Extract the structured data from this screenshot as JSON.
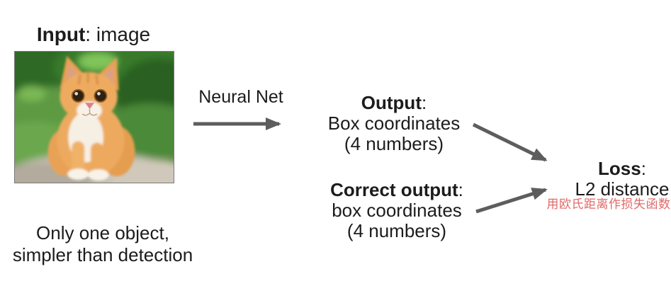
{
  "input_caption": {
    "bold": "Input",
    "rest": ": image"
  },
  "cat_image": {
    "description": "orange kitten sitting on a stone in front of green grass"
  },
  "cat_note": {
    "line1": "Only one object,",
    "line2": "simpler than detection"
  },
  "neural_net": {
    "label": "Neural Net"
  },
  "output_block": {
    "bold": "Output",
    "rest": ":",
    "line2": "Box coordinates",
    "line3": "(4 numbers)"
  },
  "correct_block": {
    "bold": "Correct output",
    "rest": ":",
    "line2": "box coordinates",
    "line3": "(4 numbers)"
  },
  "loss_block": {
    "bold": "Loss",
    "rest": ":",
    "line2": "L2 distance",
    "annotation_cn": "用欧氏距离作损失函数"
  },
  "colors": {
    "arrow_gray": "#5d5d5d",
    "annotation_red": "#e06969",
    "text_black": "#1c1c1c"
  }
}
